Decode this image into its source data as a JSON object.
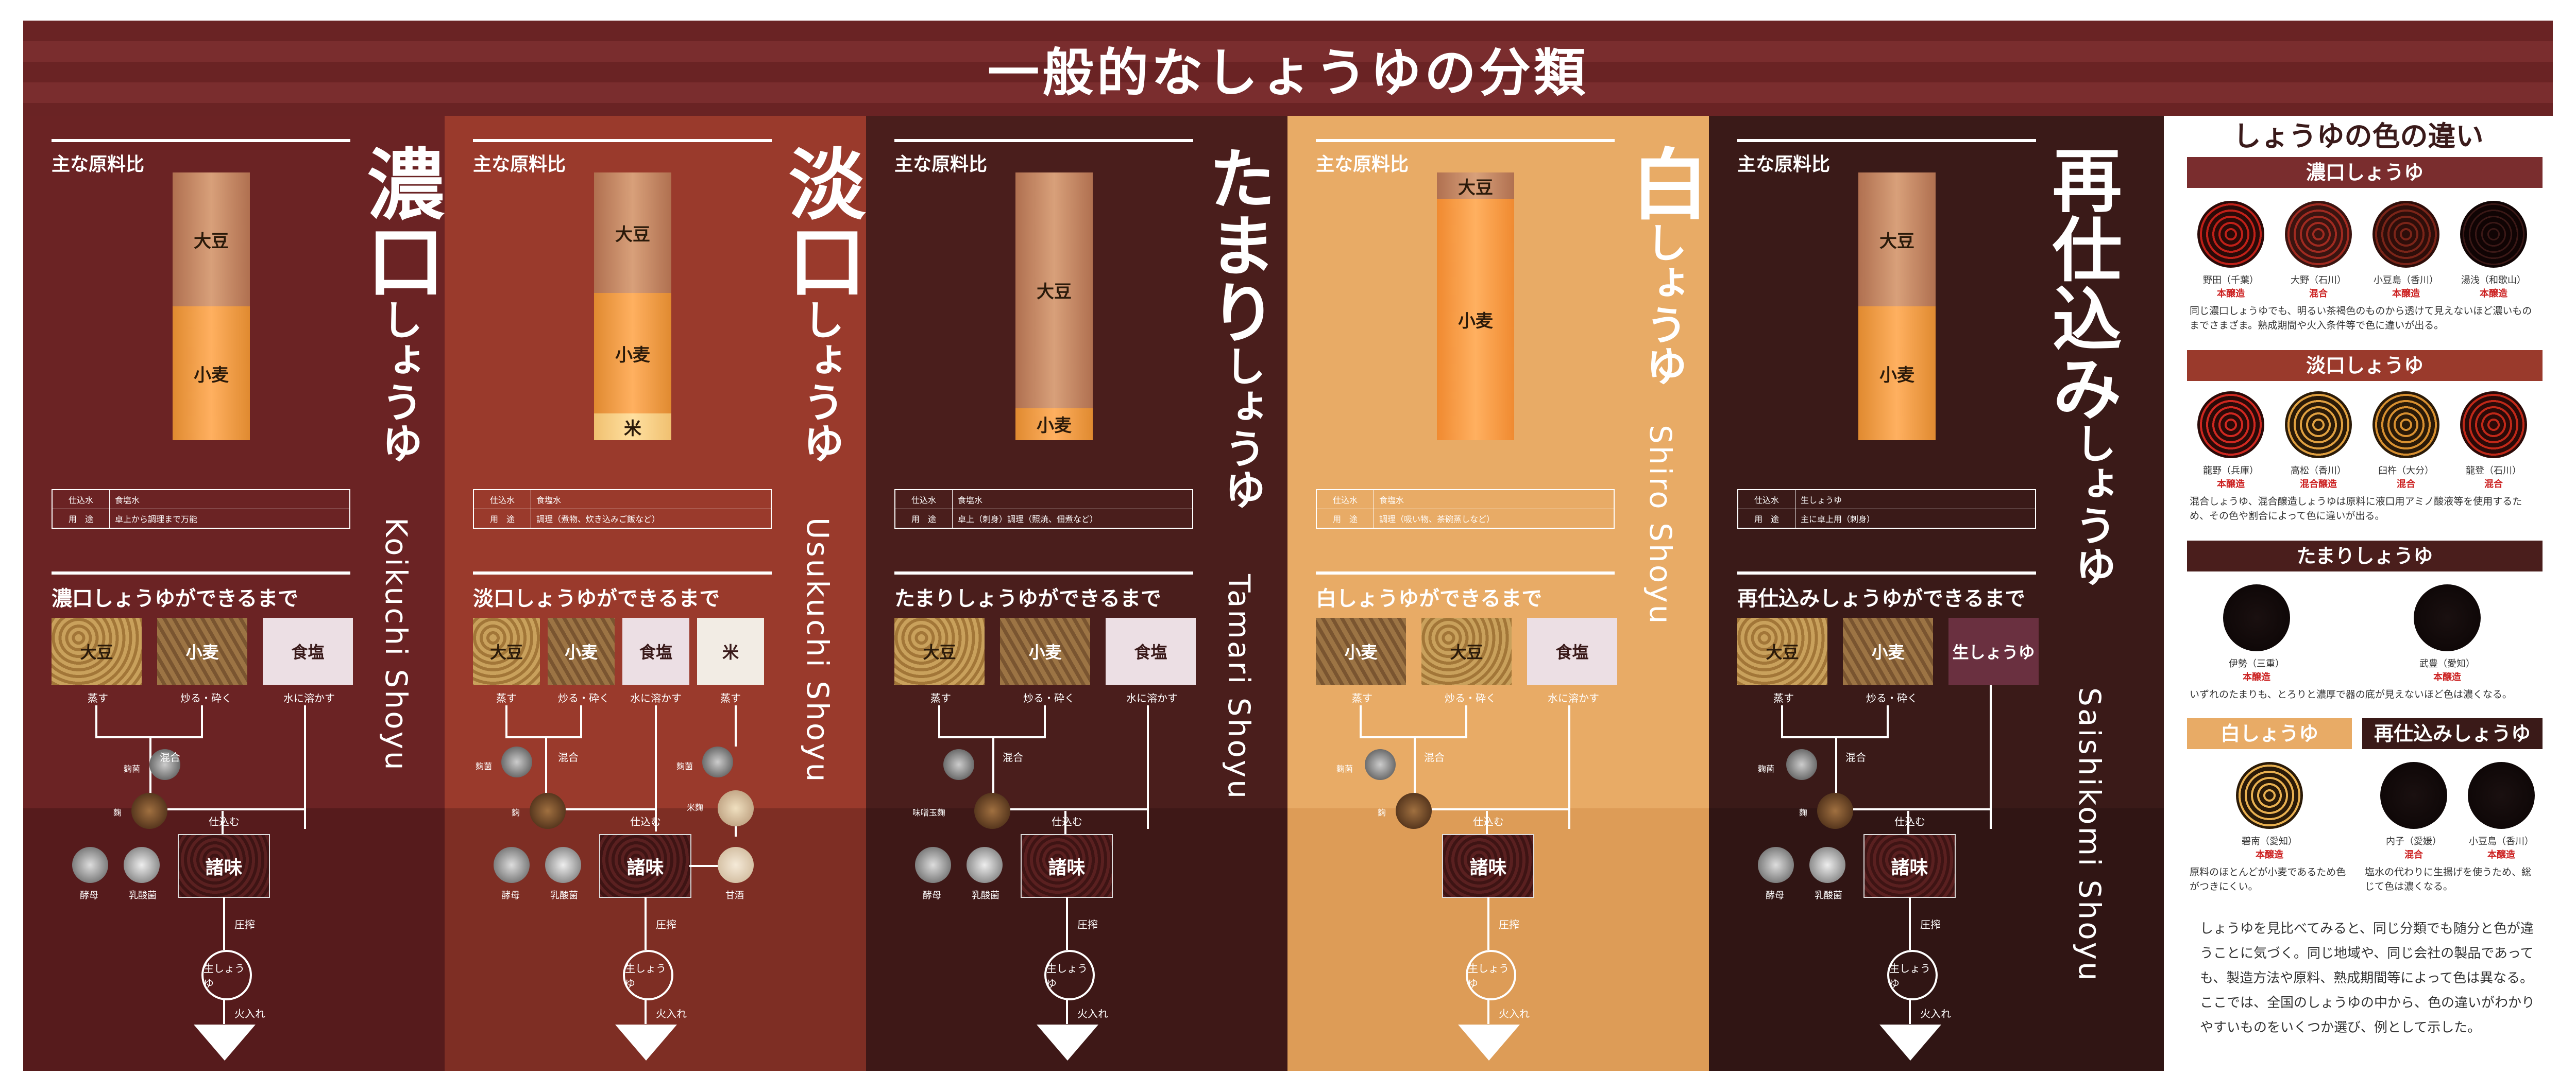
{
  "title": "一般的なしょうゆの分類",
  "common": {
    "ing_title": "主な原料比",
    "info_k1": "仕込水",
    "info_k2": "用　途",
    "koji_mold": "麴菌",
    "koji": "麴",
    "mix": "混合",
    "shikomu": "仕込む",
    "moromi": "諸味",
    "yeast": "酵母",
    "lactic": "乳酸菌",
    "press": "圧搾",
    "raw": "生しょうゆ",
    "heat": "火入れ"
  },
  "columns": [
    {
      "name_big": "濃口",
      "name_small": "しょうゆ",
      "romaji": "Koikuchi Shoyu",
      "ratio": [
        {
          "label": "大豆",
          "pct": 0.5
        },
        {
          "label": "小麦",
          "pct": 0.5
        }
      ],
      "water": "食塩水",
      "use": "卓上から調理まで万能",
      "process_title": "濃口しょうゆができるまで",
      "tiles": [
        {
          "label": "大豆",
          "sub": "蒸す"
        },
        {
          "label": "小麦",
          "sub": "炒る・砕く"
        },
        {
          "label": "食塩",
          "sub": "水に溶かす"
        }
      ]
    },
    {
      "name_big": "淡口",
      "name_small": "しょうゆ",
      "romaji": "Usukuchi Shoyu",
      "ratio": [
        {
          "label": "大豆",
          "pct": 0.45
        },
        {
          "label": "小麦",
          "pct": 0.45
        },
        {
          "label": "米",
          "pct": 0.1
        }
      ],
      "water": "食塩水",
      "use": "調理（煮物、炊き込みご飯など）",
      "process_title": "淡口しょうゆができるまで",
      "tiles": [
        {
          "label": "大豆",
          "sub": "蒸す"
        },
        {
          "label": "小麦",
          "sub": "炒る・砕く"
        },
        {
          "label": "食塩",
          "sub": "水に溶かす"
        },
        {
          "label": "米",
          "sub": "蒸す"
        }
      ],
      "extra_koji": "米麴",
      "amazake": "甘酒"
    },
    {
      "name_big": "たまり",
      "name_small": "しょうゆ",
      "romaji": "Tamari Shoyu",
      "ratio": [
        {
          "label": "大豆",
          "pct": 0.88
        },
        {
          "label": "小麦",
          "pct": 0.12
        }
      ],
      "water": "食塩水",
      "use": "卓上（刺身）調理（照焼、佃煮など）",
      "process_title": "たまりしょうゆができるまで",
      "tiles": [
        {
          "label": "大豆",
          "sub": "蒸す"
        },
        {
          "label": "小麦",
          "sub": "炒る・砕く"
        },
        {
          "label": "食塩",
          "sub": "水に溶かす"
        }
      ],
      "miso_koji": "味噌玉麴"
    },
    {
      "name_big": "白",
      "name_small": "しょうゆ",
      "romaji": "Shiro Shoyu",
      "ratio": [
        {
          "label": "大豆",
          "pct": 0.1
        },
        {
          "label": "小麦",
          "pct": 0.9
        }
      ],
      "water": "食塩水",
      "use": "調理（吸い物、茶碗蒸しなど）",
      "process_title": "白しょうゆができるまで",
      "tiles": [
        {
          "label": "小麦",
          "sub": "蒸す"
        },
        {
          "label": "大豆",
          "sub": "炒る・砕く"
        },
        {
          "label": "食塩",
          "sub": "水に溶かす"
        }
      ]
    },
    {
      "name_big": "再仕込み",
      "name_small": "しょうゆ",
      "romaji": "Saishikomi Shoyu",
      "ratio": [
        {
          "label": "大豆",
          "pct": 0.5
        },
        {
          "label": "小麦",
          "pct": 0.5
        }
      ],
      "water": "生しょうゆ",
      "use": "主に卓上用（刺身）",
      "process_title": "再仕込みしょうゆができるまで",
      "tiles": [
        {
          "label": "大豆",
          "sub": "蒸す"
        },
        {
          "label": "小麦",
          "sub": "炒る・砕く"
        },
        {
          "label": "生しょうゆ",
          "sub": ""
        }
      ]
    }
  ],
  "side": {
    "title": "しょうゆの色の違い",
    "koikuchi": {
      "band": "濃口しょうゆ",
      "items": [
        {
          "place": "野田（千葉）",
          "type": "本醸造"
        },
        {
          "place": "大野（石川）",
          "type": "混合"
        },
        {
          "place": "小豆島（香川）",
          "type": "本醸造"
        },
        {
          "place": "湯浅（和歌山）",
          "type": "本醸造"
        }
      ],
      "note": "同じ濃口しょうゆでも、明るい茶褐色のものから透けて見えないほど濃いものまでさまざま。熟成期間や火入条件等で色に違いが出る。"
    },
    "usukuchi": {
      "band": "淡口しょうゆ",
      "items": [
        {
          "place": "龍野（兵庫）",
          "type": "本醸造"
        },
        {
          "place": "高松（香川）",
          "type": "混合醸造"
        },
        {
          "place": "臼杵（大分）",
          "type": "混合"
        },
        {
          "place": "龍登（石川）",
          "type": "混合"
        }
      ],
      "note": "混合しょうゆ、混合醸造しょうゆは原料に液口用アミノ酸液等を使用するため、その色や割合によって色に違いが出る。"
    },
    "tamari": {
      "band": "たまりしょうゆ",
      "items": [
        {
          "place": "伊勢（三重）",
          "type": "本醸造"
        },
        {
          "place": "武豊（愛知）",
          "type": "本醸造"
        }
      ],
      "note": "いずれのたまりも、とろりと濃厚で器の底が見えないほど色は濃くなる。"
    },
    "shiro": {
      "band": "白しょうゆ",
      "items": [
        {
          "place": "碧南（愛知）",
          "type": "本醸造"
        }
      ],
      "note": "原料のほとんどが小麦であるため色がつきにくい。"
    },
    "saishikomi": {
      "band": "再仕込みしょうゆ",
      "items": [
        {
          "place": "内子（愛媛）",
          "type": "混合"
        },
        {
          "place": "小豆島（香川）",
          "type": "本醸造"
        }
      ],
      "note": "塩水の代わりに生揚げを使うため、総じて色は濃くなる。"
    },
    "paragraph": "しょうゆを見比べてみると、同じ分類でも随分と色が違うことに気づく。同じ地域や、同じ会社の製品であっても、製造方法や原料、熟成期間等によって色は異なる。ここでは、全国のしょうゆの中から、色の違いがわかりやすいものをいくつか選び、例として示した。"
  }
}
